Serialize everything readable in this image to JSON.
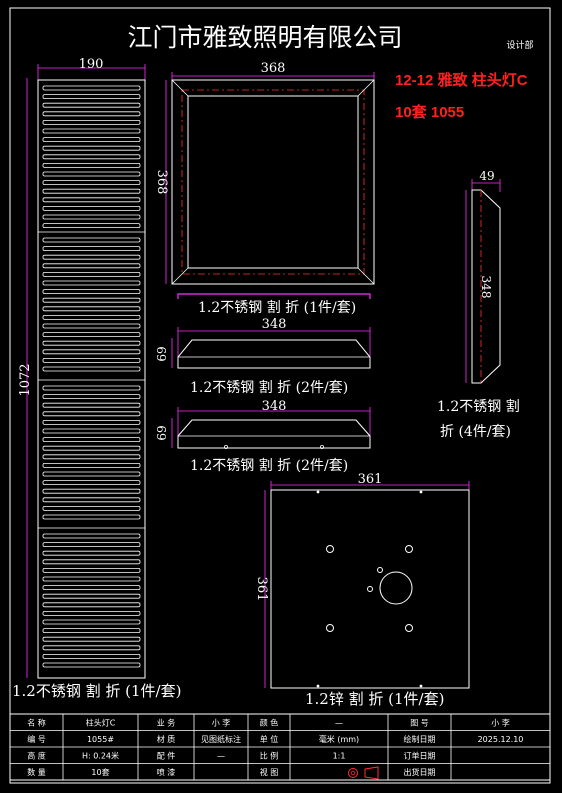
{
  "header": {
    "company": "江门市雅致照明有限公司",
    "department": "设计部"
  },
  "note": {
    "line1": "12-12 雅致 柱头灯C",
    "line2": "10套 1055"
  },
  "parts": {
    "long_panel": {
      "width": "190",
      "height": "1072",
      "caption": "1.2不锈钢 割 折 (1件/套)"
    },
    "frame": {
      "width": "368",
      "height": "368",
      "caption": "1.2不锈钢 割 折 (1件/套)"
    },
    "strip_a": {
      "length": "348",
      "height": "69",
      "caption": "1.2不锈钢 割 折 (2件/套)"
    },
    "strip_b": {
      "length": "348",
      "height": "69",
      "caption": "1.2不锈钢 割 折 (2件/套)"
    },
    "side_piece": {
      "width": "49",
      "height": "348",
      "caption_line1": "1.2不锈钢 割",
      "caption_line2": "折 (4件/套)"
    },
    "base_plate": {
      "width": "361",
      "height": "361",
      "caption": "1.2锌 割 折 (1件/套)"
    }
  },
  "title_block": {
    "rows": [
      [
        "名 称",
        "柱头灯C",
        "业 务",
        "小 李",
        "颜 色",
        "—",
        "图 号",
        "小 李"
      ],
      [
        "编 号",
        "1055#",
        "材 质",
        "见图纸标注",
        "单 位",
        "毫米 (mm)",
        "绘制日期",
        "2025.12.10"
      ],
      [
        "高 度",
        "H: 0.24米",
        "配 件",
        "—",
        "比 例",
        "1:1",
        "订单日期",
        ""
      ],
      [
        "数 量",
        "10套",
        "喷 漆",
        "",
        "视 图",
        "",
        "出货日期",
        ""
      ]
    ]
  },
  "colors": {
    "background": "#000000",
    "line": "#ffffff",
    "dimension": "#ff2dff",
    "centerline": "#ff3030",
    "note": "#ff2020"
  }
}
